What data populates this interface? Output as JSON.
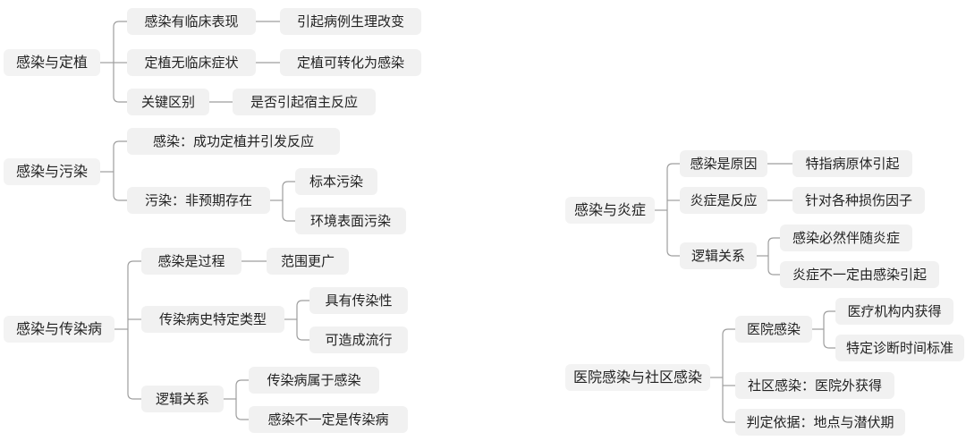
{
  "colors": {
    "node_fill": "#f1f1f1",
    "line": "#9e9e9e",
    "text": "#222222"
  },
  "maps": {
    "infection_colonization": {
      "root": "感染与定植",
      "clinical": "感染有临床表现",
      "clinical_child": "引起病例生理改变",
      "no_symptoms": "定植无临床症状",
      "no_symptoms_child": "定植可转化为感染",
      "key_diff": "关键区别",
      "key_diff_child": "是否引起宿主反应"
    },
    "infection_contamination": {
      "root": "感染与污染",
      "infection": "感染：成功定植并引发反应",
      "contamination": "污染：非预期存在",
      "specimen": "标本污染",
      "surface": "环境表面污染"
    },
    "infection_communicable": {
      "root": "感染与传染病",
      "process": "感染是过程",
      "process_child": "范围更广",
      "special_type": "传染病史特定类型",
      "contagious": "具有传染性",
      "epidemic": "可造成流行",
      "logic": "逻辑关系",
      "belongs": "传染病属于感染",
      "not_always": "感染不一定是传染病"
    },
    "infection_inflammation": {
      "root": "感染与炎症",
      "cause": "感染是原因",
      "cause_child": "特指病原体引起",
      "response": "炎症是反应",
      "response_child": "针对各种损伤因子",
      "logic": "逻辑关系",
      "accompanies": "感染必然伴随炎症",
      "not_always": "炎症不一定由感染引起"
    },
    "hospital_community": {
      "root": "医院感染与社区感染",
      "hospital": "医院感染",
      "acquired_inside": "医疗机构内获得",
      "specific_time": "特定诊断时间标准",
      "community": "社区感染：医院外获得",
      "criteria": "判定依据：地点与潜伏期"
    }
  }
}
